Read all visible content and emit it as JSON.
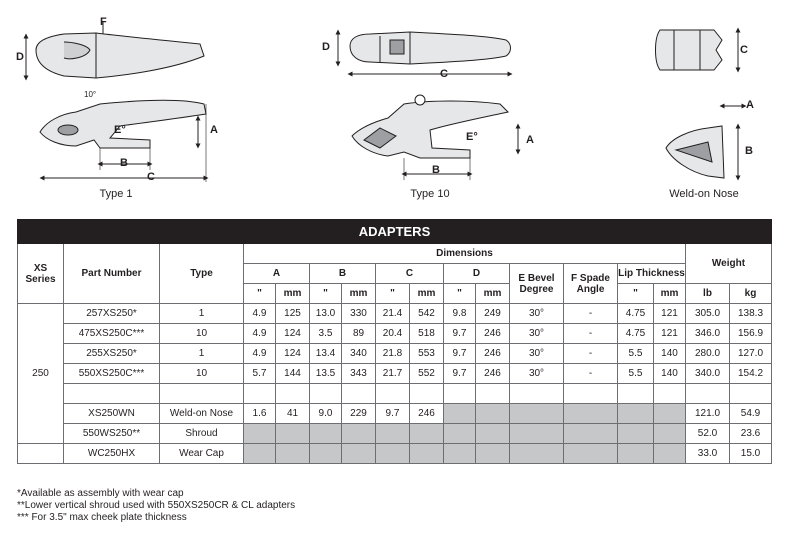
{
  "diagrams": {
    "type1": {
      "caption": "Type 1",
      "labels": {
        "a": "A",
        "b": "B",
        "c": "C",
        "d": "D",
        "e": "E°",
        "f": "F",
        "angle": "10°"
      }
    },
    "type10": {
      "caption": "Type 10",
      "labels": {
        "a": "A",
        "b": "B",
        "c": "C",
        "d": "D",
        "e": "E°"
      }
    },
    "weld_nose": {
      "caption": "Weld-on Nose",
      "labels": {
        "a": "A",
        "b": "B",
        "c": "C"
      }
    }
  },
  "table": {
    "title": "ADAPTERS",
    "headers": {
      "series": "XS Series",
      "part_number": "Part Number",
      "type": "Type",
      "dimensions": "Dimensions",
      "a": "A",
      "b": "B",
      "c": "C",
      "d": "D",
      "e": "E Bevel Degree",
      "f": "F Spade Angle",
      "lip": "Lip Thickness",
      "weight": "Weight",
      "inch": "\"",
      "mm": "mm",
      "lb": "lb",
      "kg": "kg"
    },
    "series_value": "250",
    "rows": [
      {
        "part": "257XS250*",
        "type": "1",
        "a_in": "4.9",
        "a_mm": "125",
        "b_in": "13.0",
        "b_mm": "330",
        "c_in": "21.4",
        "c_mm": "542",
        "d_in": "9.8",
        "d_mm": "249",
        "e": "30°",
        "f": "-",
        "lip_in": "4.75",
        "lip_mm": "121",
        "lb": "305.0",
        "kg": "138.3"
      },
      {
        "part": "475XS250C***",
        "type": "10",
        "a_in": "4.9",
        "a_mm": "124",
        "b_in": "3.5",
        "b_mm": "89",
        "c_in": "20.4",
        "c_mm": "518",
        "d_in": "9.7",
        "d_mm": "246",
        "e": "30°",
        "f": "-",
        "lip_in": "4.75",
        "lip_mm": "121",
        "lb": "346.0",
        "kg": "156.9"
      },
      {
        "part": "255XS250*",
        "type": "1",
        "a_in": "4.9",
        "a_mm": "124",
        "b_in": "13.4",
        "b_mm": "340",
        "c_in": "21.8",
        "c_mm": "553",
        "d_in": "9.7",
        "d_mm": "246",
        "e": "30°",
        "f": "-",
        "lip_in": "5.5",
        "lip_mm": "140",
        "lb": "280.0",
        "kg": "127.0"
      },
      {
        "part": "550XS250C***",
        "type": "10",
        "a_in": "5.7",
        "a_mm": "144",
        "b_in": "13.5",
        "b_mm": "343",
        "c_in": "21.7",
        "c_mm": "552",
        "d_in": "9.7",
        "d_mm": "246",
        "e": "30°",
        "f": "-",
        "lip_in": "5.5",
        "lip_mm": "140",
        "lb": "340.0",
        "kg": "154.2"
      }
    ],
    "special_rows": [
      {
        "part": "XS250WN",
        "type": "Weld-on Nose",
        "a_in": "1.6",
        "a_mm": "41",
        "b_in": "9.0",
        "b_mm": "229",
        "c_in": "9.7",
        "c_mm": "246",
        "lb": "121.0",
        "kg": "54.9"
      },
      {
        "part": "550WS250**",
        "type": "Shroud",
        "lb": "52.0",
        "kg": "23.6"
      },
      {
        "part": "WC250HX",
        "type": "Wear Cap",
        "lb": "33.0",
        "kg": "15.0"
      }
    ]
  },
  "notes": [
    "*Available as assembly with wear cap",
    "**Lower vertical shroud used with 550XS250CR & CL adapters",
    "*** For 3.5\" max cheek plate thickness"
  ]
}
